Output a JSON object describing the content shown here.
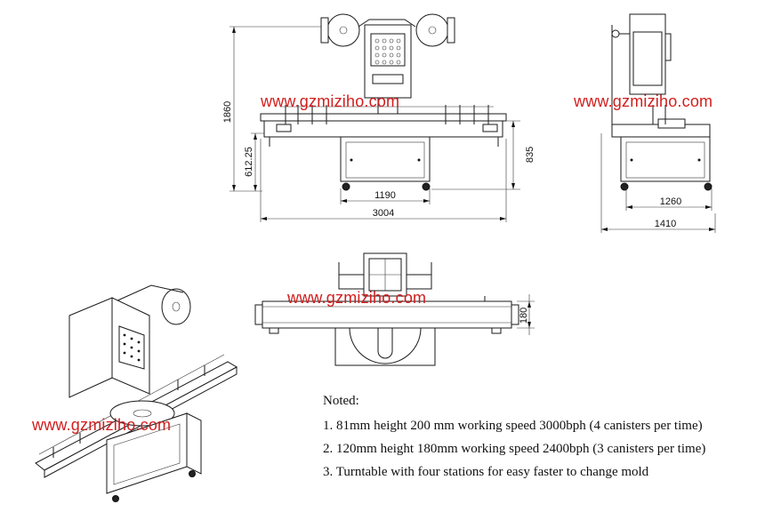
{
  "watermarks": {
    "front": "www.gzmiziho.com",
    "side": "www.gzmiziho.com",
    "top": "www.gzmiziho.com",
    "iso": "www.gzmiziho.com"
  },
  "dimensions": {
    "total_height": "1860",
    "table_height": "612.25",
    "frame_height": "835",
    "cabinet_width": "1190",
    "overall_width": "3004",
    "side_cabinet_width": "1260",
    "side_overall_width": "1410",
    "top_depth": "180"
  },
  "notes": {
    "title": "Noted:",
    "items": [
      "1. 81mm height 200 mm working speed 3000bph (4 canisters per time)",
      "2. 120mm height 180mm working speed 2400bph (3 canisters per time)",
      "3. Turntable with four stations for easy faster to change mold"
    ]
  }
}
